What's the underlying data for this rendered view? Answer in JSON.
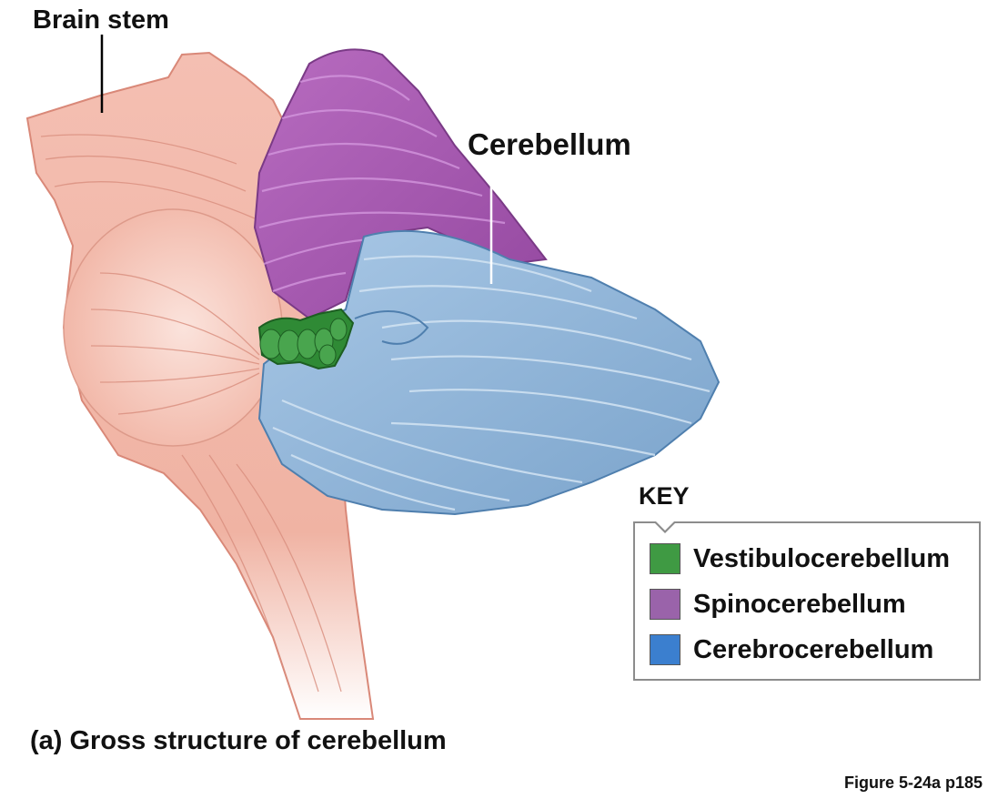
{
  "labels": {
    "brain_stem": "Brain stem",
    "cerebellum": "Cerebellum"
  },
  "key": {
    "title": "KEY",
    "items": [
      {
        "label": "Vestibulocerebellum",
        "color": "#3f9a43"
      },
      {
        "label": "Spinocerebellum",
        "color": "#9a63aa"
      },
      {
        "label": "Cerebrocerebellum",
        "color": "#3b7fcf"
      }
    ]
  },
  "colors": {
    "brain_stem": "#f0b5a6",
    "vestibulocerebellum": "#2f8a35",
    "spinocerebellum": "#a458ad",
    "cerebrocerebellum": "#8fb4d8"
  },
  "caption": "(a) Gross structure of cerebellum",
  "figure_ref": "Figure 5-24a p185"
}
